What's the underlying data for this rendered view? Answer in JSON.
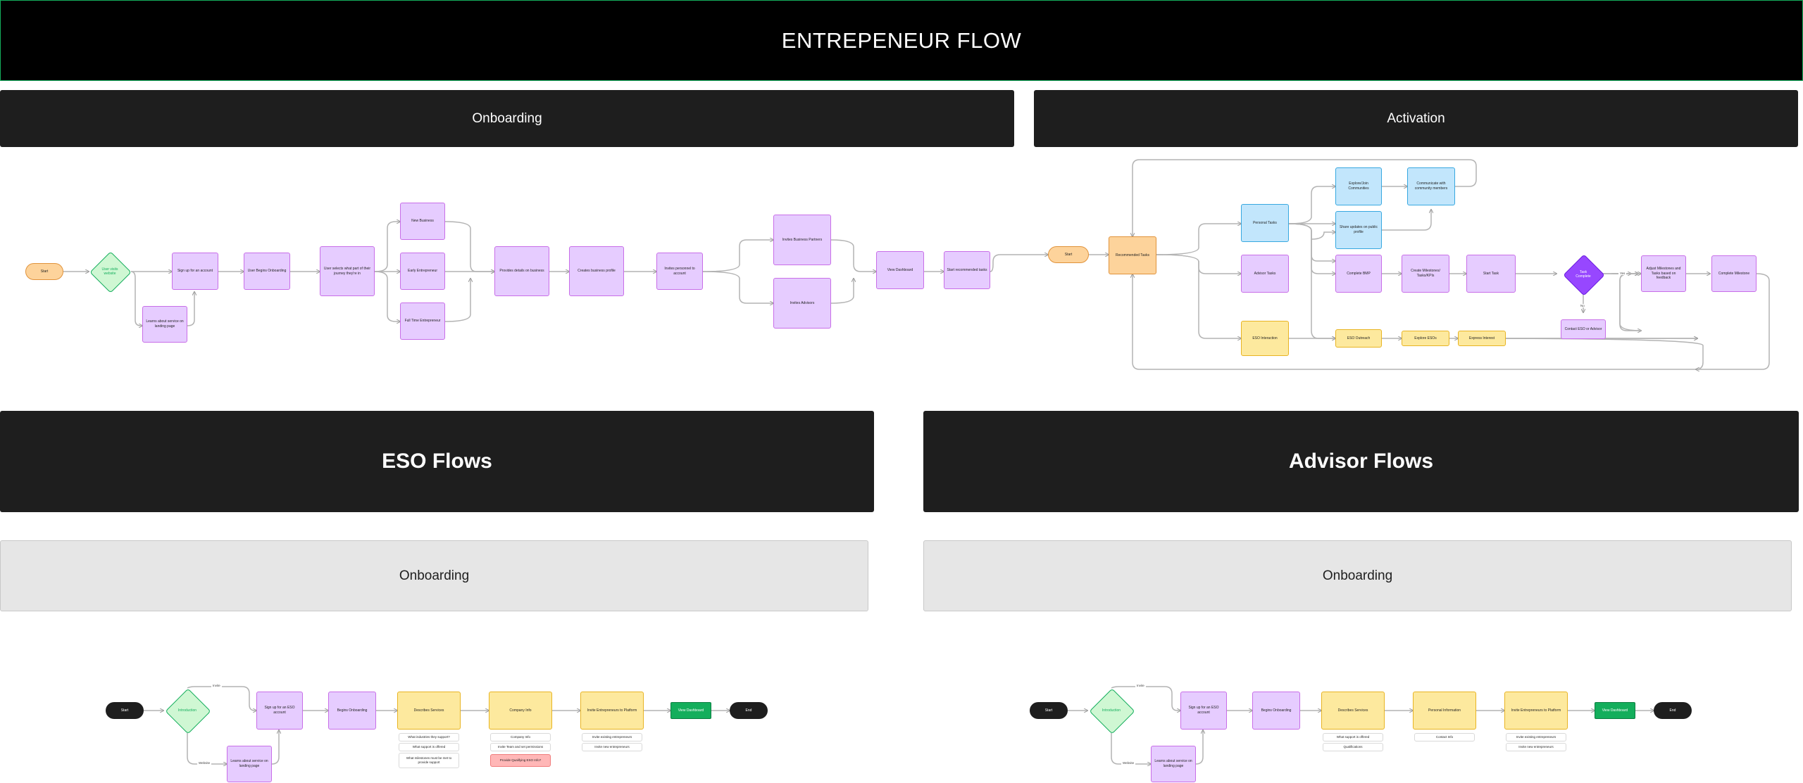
{
  "title": "ENTREPENEUR FLOW",
  "sections": {
    "onboarding": "Onboarding",
    "activation": "Activation",
    "eso_flows": "ESO Flows",
    "advisor_flows": "Advisor Flows",
    "eso_onboarding": "Onboarding",
    "advisor_onboarding": "Onboarding"
  },
  "colors": {
    "purple_fill": "#e6ccff",
    "yellow_fill": "#fde99e",
    "blue_fill": "#c2e6fc",
    "orange_fill": "#fdd39b",
    "green_decision": "#cff7d3",
    "violet_decision": "#9747ff",
    "end_green": "#14ae5c"
  },
  "entrepreneur": {
    "start": "Start",
    "decision_visit": "User visits website",
    "learn_about": "Learns about service on landing page",
    "sign_up": "Sign up for an account",
    "begin_onboarding": "User Begins Onboarding",
    "select_journey": "User selects what part of their journey they're in",
    "new_business": "New Business",
    "early_entrepreneur": "Early Entrepreneur",
    "full_time": "Full Time Entrepreneur",
    "provides_details": "Provides details on business",
    "creates_profile": "Creates business profile",
    "invites_personnel": "Invites personnel to account",
    "invites_partners": "Invites Business Partners",
    "invites_advisors": "Invites Advisors",
    "view_dashboard": "View Dashboard",
    "start_tasks": "Start recommended tasks"
  },
  "activation": {
    "start": "Start",
    "recommended_tasks": "Recommended Tasks",
    "personal_tasks": "Personal Tasks",
    "advisor_tasks": "Advisor Tasks",
    "eso_interaction": "ESO Interaction",
    "explore_communities": "Explore/Join Communities",
    "share_updates": "Share updates on public profile",
    "communicate_members": "Communicate with community members",
    "complete_bmp": "Complete BMP",
    "create_milestones": "Create Milestones/ Tasks/KPIs",
    "start_task": "Start Task",
    "eso_outreach": "ESO Outreach",
    "explore_esos": "Explore ESOs",
    "express_interest": "Express Interest",
    "decision_task": "Task Complete",
    "yes": "Yes",
    "no": "No",
    "contact_eso": "Contact ESO or Advisor",
    "adjust_milestones": "Adjust Milestones and Tasks based on feedback",
    "complete_milestone": "Complete Milestone"
  },
  "eso": {
    "start": "Start",
    "decision": "Introduction",
    "invite_label": "Invite",
    "website_label": "Website",
    "sign_up": "Sign up for an ESO account",
    "learn_about": "Learns about service on landing page",
    "begin_onboarding": "Begins Onboarding",
    "describes_services": "Describes Services",
    "company_info": "Company Info",
    "invite_entrepreneurs": "Invite Entrepreneurs to Platform",
    "view_dashboard": "View Dashboard",
    "end": "End",
    "services_notes": [
      "What industries they support?",
      "What support is offered",
      "What milestones must be met to provide support"
    ],
    "company_notes": [
      "Company Info",
      "Invite Team and set permissions"
    ],
    "company_alert": "Provide Qualifying ESO Info?",
    "invite_notes": [
      "Invite existing entrepreneurs",
      "Invite new entrepreneurs"
    ]
  },
  "advisor": {
    "start": "Start",
    "decision": "Introduction",
    "invite_label": "Invite",
    "website_label": "Website",
    "sign_up": "Sign up for an ESO account",
    "learn_about": "Learns about service on landing page",
    "begin_onboarding": "Begins Onboarding",
    "describes_services": "Describes Services",
    "personal_info": "Personal Information",
    "invite_entrepreneurs": "Invite Entrepreneurs to Platform",
    "view_dashboard": "View Dashboard",
    "end": "End",
    "services_notes": [
      "What support is offered",
      "Qualifications"
    ],
    "personal_notes": [
      "Contact Info"
    ],
    "invite_notes": [
      "Invite existing entrepreneurs",
      "Invite new entrepreneurs"
    ]
  }
}
